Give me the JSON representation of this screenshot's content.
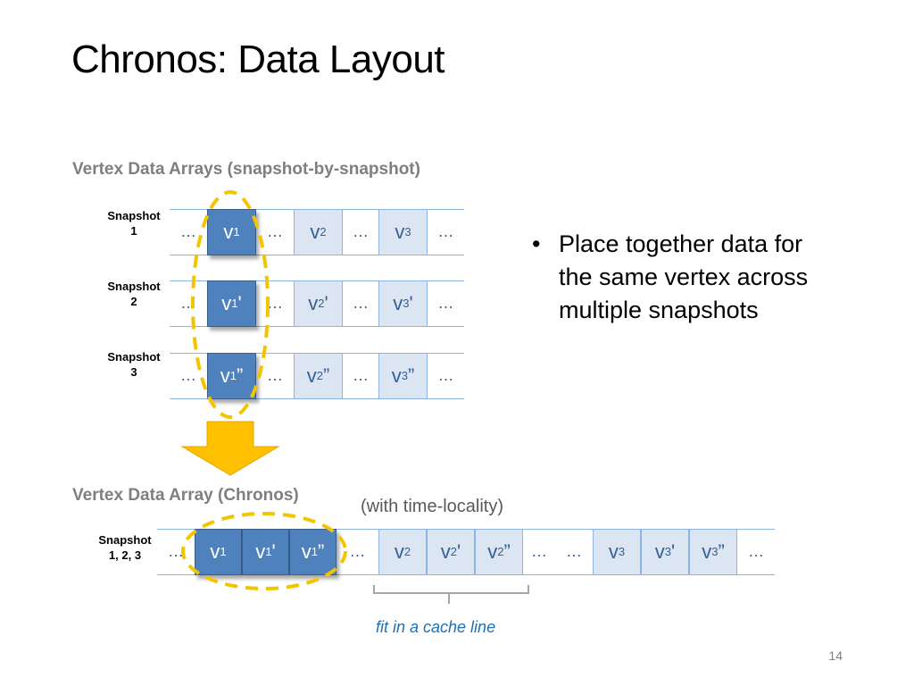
{
  "title": "Chronos: Data Layout",
  "top_section": {
    "heading": "Vertex Data Arrays (snapshot-by-snapshot)",
    "rows": [
      {
        "label_line1": "Snapshot",
        "label_line2": "1",
        "cells": [
          {
            "base": "…",
            "sub": "",
            "suffix": ""
          },
          {
            "base": "v",
            "sub": "1",
            "suffix": ""
          },
          {
            "base": "…",
            "sub": "",
            "suffix": ""
          },
          {
            "base": "v",
            "sub": "2",
            "suffix": ""
          },
          {
            "base": "…",
            "sub": "",
            "suffix": ""
          },
          {
            "base": "v",
            "sub": "3",
            "suffix": ""
          },
          {
            "base": "…",
            "sub": "",
            "suffix": ""
          }
        ]
      },
      {
        "label_line1": "Snapshot",
        "label_line2": "2",
        "cells": [
          {
            "base": "…",
            "sub": "",
            "suffix": ""
          },
          {
            "base": "v",
            "sub": "1",
            "suffix": "'"
          },
          {
            "base": "…",
            "sub": "",
            "suffix": ""
          },
          {
            "base": "v",
            "sub": "2",
            "suffix": "'"
          },
          {
            "base": "…",
            "sub": "",
            "suffix": ""
          },
          {
            "base": "v",
            "sub": "3",
            "suffix": "'"
          },
          {
            "base": "…",
            "sub": "",
            "suffix": ""
          }
        ]
      },
      {
        "label_line1": "Snapshot",
        "label_line2": "3",
        "cells": [
          {
            "base": "…",
            "sub": "",
            "suffix": ""
          },
          {
            "base": "v",
            "sub": "1",
            "suffix": "”"
          },
          {
            "base": "…",
            "sub": "",
            "suffix": ""
          },
          {
            "base": "v",
            "sub": "2",
            "suffix": "”"
          },
          {
            "base": "…",
            "sub": "",
            "suffix": ""
          },
          {
            "base": "v",
            "sub": "3",
            "suffix": "”"
          },
          {
            "base": "…",
            "sub": "",
            "suffix": ""
          }
        ]
      }
    ]
  },
  "bullet": {
    "symbol": "•",
    "text": "Place together data for the same vertex across multiple snapshots"
  },
  "bottom_section": {
    "heading": "Vertex Data Array (Chronos)",
    "note": "(with time-locality)",
    "label_line1": "Snapshot",
    "label_line2": "1, 2, 3",
    "cells": [
      {
        "base": "…",
        "sub": "",
        "suffix": ""
      },
      {
        "base": "v",
        "sub": "1",
        "suffix": ""
      },
      {
        "base": "v",
        "sub": "1",
        "suffix": "'"
      },
      {
        "base": "v",
        "sub": "1",
        "suffix": "”"
      },
      {
        "base": "…",
        "sub": "",
        "suffix": ""
      },
      {
        "base": "v",
        "sub": "2",
        "suffix": ""
      },
      {
        "base": "v",
        "sub": "2",
        "suffix": "'"
      },
      {
        "base": "v",
        "sub": "2",
        "suffix": "”"
      },
      {
        "base": "…",
        "sub": "",
        "suffix": ""
      },
      {
        "base": "…",
        "sub": "",
        "suffix": ""
      },
      {
        "base": "v",
        "sub": "3",
        "suffix": ""
      },
      {
        "base": "v",
        "sub": "3",
        "suffix": "'"
      },
      {
        "base": "v",
        "sub": "3",
        "suffix": "”"
      },
      {
        "base": "…",
        "sub": "",
        "suffix": ""
      }
    ],
    "cache_note": "fit in a cache line"
  },
  "page_number": "14",
  "colors": {
    "highlight_cell": "#4f81bd",
    "normal_cell": "#dce6f2",
    "cell_border": "#8eb4e3",
    "ellipse": "#f2c500",
    "arrow": "#ffc000"
  }
}
